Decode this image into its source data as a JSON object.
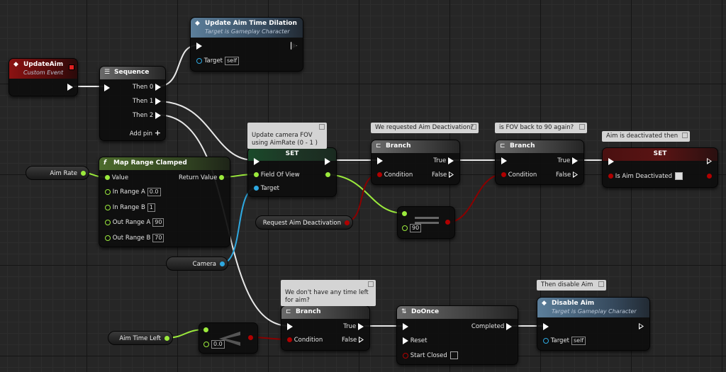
{
  "nodes": {
    "update_aim": {
      "title": "UpdateAim",
      "subtitle": "Custom Event"
    },
    "sequence": {
      "title": "Sequence",
      "then0": "Then 0",
      "then1": "Then 1",
      "then2": "Then 2",
      "add_pin": "Add pin"
    },
    "update_aim_time_dilation": {
      "title": "Update Aim Time Dilation",
      "subtitle": "Target is Gameplay Character",
      "target": "Target",
      "target_val": "self"
    },
    "map_range": {
      "title": "Map Range Clamped",
      "value": "Value",
      "return": "Return Value",
      "in_a": "In Range A",
      "in_a_val": "0.0",
      "in_b": "In Range B",
      "in_b_val": "1",
      "out_a": "Out Range A",
      "out_a_val": "90",
      "out_b": "Out Range B",
      "out_b_val": "70"
    },
    "set_fov": {
      "title": "SET",
      "field": "Field Of View",
      "target": "Target"
    },
    "branch1": {
      "title": "Branch",
      "true": "True",
      "false": "False",
      "condition": "Condition"
    },
    "branch2": {
      "title": "Branch",
      "true": "True",
      "false": "False",
      "condition": "Condition"
    },
    "set_aim_deact": {
      "title": "SET",
      "field": "Is Aim Deactivated"
    },
    "equal": {
      "value": "90"
    },
    "branch3": {
      "title": "Branch",
      "true": "True",
      "false": "False",
      "condition": "Condition"
    },
    "less": {
      "value": "0.0"
    },
    "doonce": {
      "title": "DoOnce",
      "completed": "Completed",
      "reset": "Reset",
      "start_closed": "Start Closed"
    },
    "disable_aim": {
      "title": "Disable Aim",
      "subtitle": "Target is Gameplay Character",
      "target": "Target",
      "target_val": "self"
    }
  },
  "variables": {
    "aim_rate": "Aim Rate",
    "request_aim_deactivation": "Request Aim Deactivation",
    "camera": "Camera",
    "aim_time_left": "Aim Time Left"
  },
  "comments": {
    "fov": "Update camera FOV\nusing AimRate (0 - 1 )",
    "requested": "We requested Aim Deactivation?",
    "fov_back": "is FOV back to 90 again?",
    "deactivated": "Aim is deactivated then",
    "no_time": "We don't have any time left\nfor aim?",
    "disable": "Then disable Aim"
  },
  "colors": {
    "exec": "#ffffff",
    "float": "#9bea3c",
    "bool": "#b00000",
    "object": "#2ea8e0"
  }
}
